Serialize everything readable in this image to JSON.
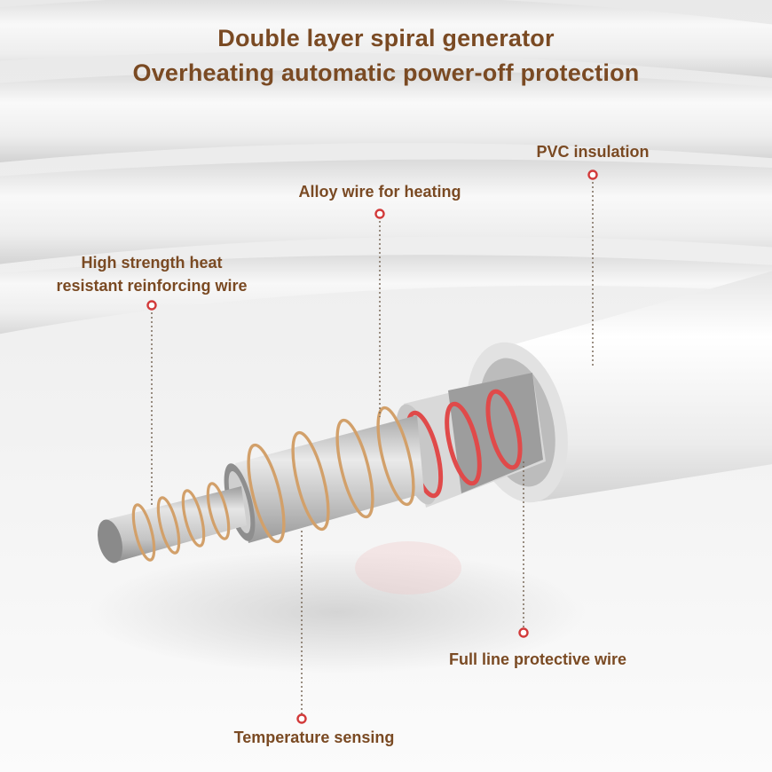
{
  "header": {
    "title_line1": "Double layer spiral generator",
    "title_line2": "Overheating automatic power-off protection"
  },
  "callouts": {
    "pvc_insulation": "PVC insulation",
    "alloy_wire": "Alloy wire for heating",
    "reinforcing_line1": "High strength heat",
    "reinforcing_line2": "resistant reinforcing wire",
    "protective_wire": "Full line protective wire",
    "temperature_sensing": "Temperature sensing"
  },
  "colors": {
    "label_text": "#7a4a23",
    "marker": "#d23a3a",
    "copper_coil": "#d2a06a",
    "red_coil": "#e04a4a",
    "pipe_white": "#f7f7f7"
  }
}
